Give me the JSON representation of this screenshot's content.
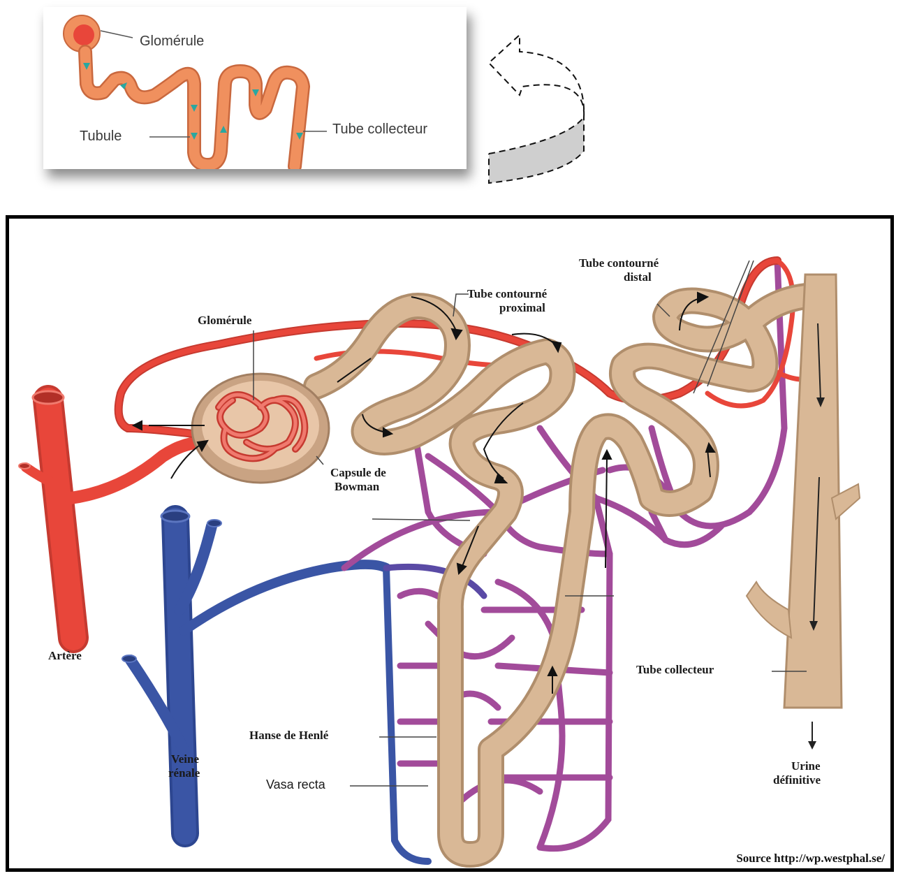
{
  "inset": {
    "glomerule": "Glomérule",
    "tubule": "Tubule",
    "tube_collecteur": "Tube collecteur"
  },
  "main": {
    "glomerule": "Glomérule",
    "tube_proximal_line1": "Tube contourné",
    "tube_proximal_line2": "proximal",
    "tube_distal_line1": "Tube contourné",
    "tube_distal_line2": "distal",
    "capsule_line1": "Capsule de",
    "capsule_line2": "Bowman",
    "artere": "Artère",
    "veine_line1": "Veine",
    "veine_line2": "rénale",
    "hanse": "Hanse de Henlé",
    "vasa_recta": "Vasa recta",
    "tube_collecteur": "Tube collecteur",
    "urine_line1": "Urine",
    "urine_line2": "définitive",
    "source": "Source http://wp.westphal.se/"
  },
  "colors": {
    "artery": "#e8463a",
    "vein": "#3a55a5",
    "capillary": "#a24b9a",
    "tubule": "#d9b896",
    "inset_tubule": "#f0905e"
  }
}
